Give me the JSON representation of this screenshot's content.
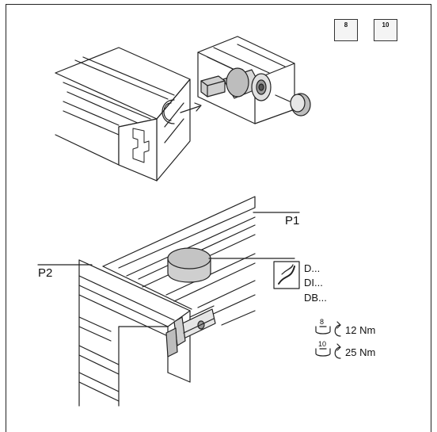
{
  "header": {
    "tool_sizes": [
      "8",
      "10"
    ]
  },
  "callouts": {
    "p1": "P1",
    "p2": "P2"
  },
  "fasteners": {
    "types": [
      "D...",
      "DI...",
      "DB..."
    ]
  },
  "torque_specs": [
    {
      "tool": "8",
      "torque": "12 Nm"
    },
    {
      "tool": "10",
      "torque": "25 Nm"
    }
  ]
}
